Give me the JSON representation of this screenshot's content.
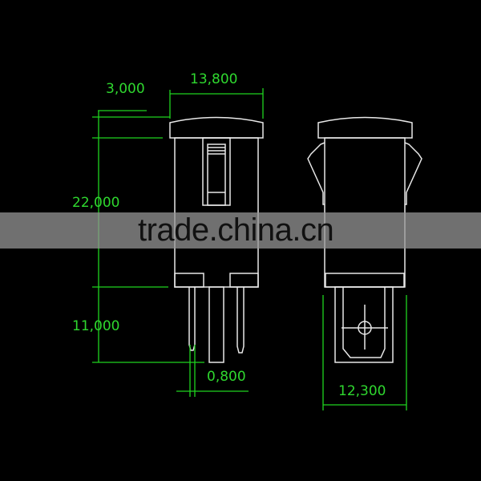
{
  "dimensions": {
    "cap_height": "3,000",
    "cap_width": "13,800",
    "body_height": "22,000",
    "pin_length": "11,000",
    "pin_width": "0,800",
    "body_width": "12,300"
  },
  "watermark": "trade.china.cn",
  "colors": {
    "background": "#000000",
    "outline": "#e8e8e8",
    "dimension": "#1fd41f"
  }
}
